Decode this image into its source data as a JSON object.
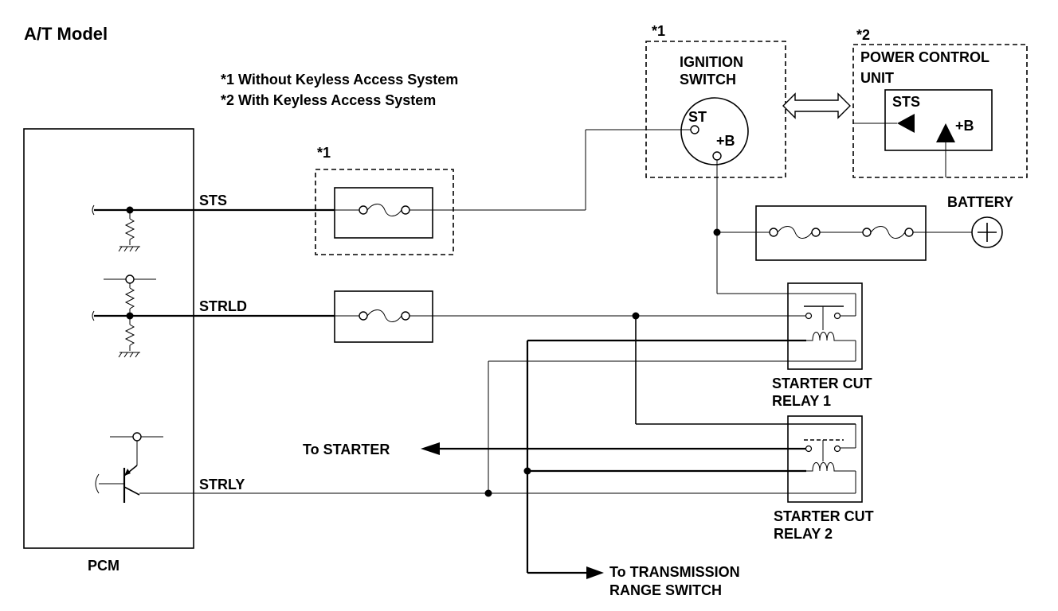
{
  "title": "A/T Model",
  "notes": [
    "*1 Without Keyless Access System",
    "*2 With Keyless Access System"
  ],
  "markers": {
    "m1": "*1",
    "m2": "*2"
  },
  "pcm": {
    "label": "PCM"
  },
  "signals": {
    "sts": "STS",
    "strld": "STRLD",
    "strly": "STRLY"
  },
  "ignition_switch": {
    "line1": "IGNITION",
    "line2": "SWITCH",
    "st": "ST",
    "plus_b": "+B"
  },
  "power_control_unit": {
    "line1": "POWER CONTROL",
    "line2": "UNIT",
    "sts": "STS",
    "plus_b": "+B"
  },
  "battery": {
    "label": "BATTERY"
  },
  "relay1": {
    "line1": "STARTER CUT",
    "line2": "RELAY 1"
  },
  "relay2": {
    "line1": "STARTER CUT",
    "line2": "RELAY 2"
  },
  "to_starter": "To STARTER",
  "to_trs": {
    "line1": "To TRANSMISSION",
    "line2": "RANGE SWITCH"
  }
}
